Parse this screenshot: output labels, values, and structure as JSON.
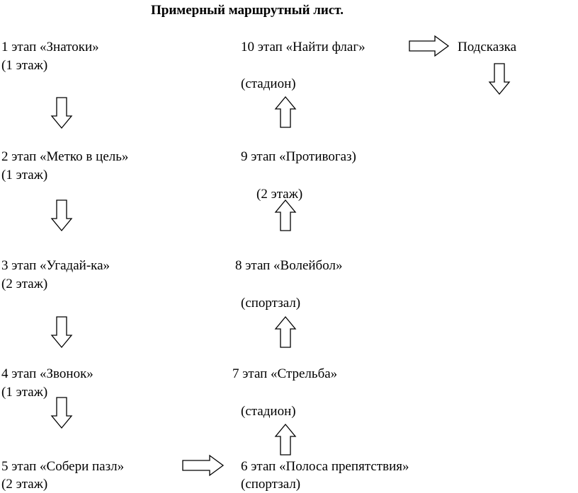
{
  "title": "Примерный маршрутный лист.",
  "stages": {
    "s1": {
      "name": "1 этап «Знатоки»",
      "place": "(1 этаж)"
    },
    "s2": {
      "name": "2 этап «Метко в цель»",
      "place": "(1 этаж)"
    },
    "s3": {
      "name": "3 этап «Угадай-ка»",
      "place": "(2 этаж)"
    },
    "s4": {
      "name": "4 этап «Звонок»",
      "place": "(1 этаж)"
    },
    "s5": {
      "name": "5 этап «Собери пазл»",
      "place": "(2 этаж)"
    },
    "s6": {
      "name": "6 этап «Полоса препятствия»",
      "place": "(спортзал)"
    },
    "s7": {
      "name": "7 этап «Стрельба»",
      "place": "(стадион)"
    },
    "s8": {
      "name": "8 этап «Волейбол»",
      "place": "(спортзал)"
    },
    "s9": {
      "name": "9 этап «Противогаз)",
      "place": "(2 этаж)"
    },
    "s10": {
      "name": "10  этап «Найти флаг»",
      "place": "(стадион)"
    }
  },
  "hint": "Подсказка"
}
